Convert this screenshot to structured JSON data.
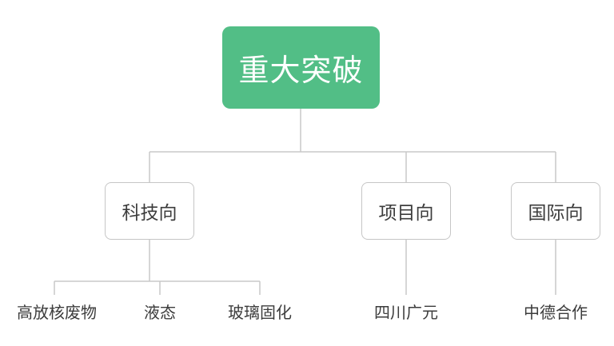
{
  "diagram": {
    "type": "mindmap",
    "root": {
      "label": "重大突破"
    },
    "children": [
      {
        "label": "科技向",
        "leaves": [
          "高放核废物",
          "液态",
          "玻璃固化"
        ]
      },
      {
        "label": "项目向",
        "leaves": [
          "四川广元"
        ]
      },
      {
        "label": "国际向",
        "leaves": [
          "中德合作"
        ]
      }
    ]
  },
  "colors": {
    "root_bg": "#52be86",
    "root_text": "#ffffff",
    "line": "#c9c9c9",
    "node_border": "#c6c6c6",
    "node_text": "#3c3c3c",
    "background": "#ffffff"
  }
}
